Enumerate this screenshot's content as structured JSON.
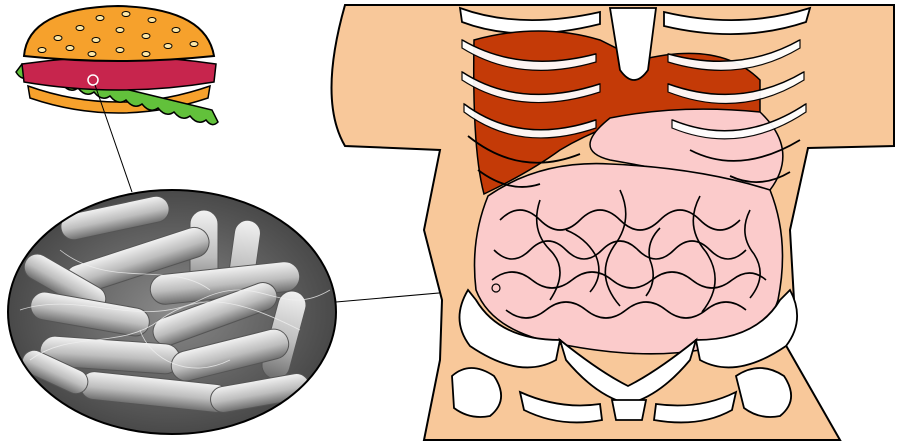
{
  "diagram": {
    "items": [
      {
        "id": "hamburger",
        "kind": "food illustration"
      },
      {
        "id": "microscope-view",
        "kind": "rod-shaped bacteria micrograph"
      },
      {
        "id": "torso",
        "kind": "human abdomen with ribs, liver, stomach, intestines, pelvis"
      }
    ],
    "connectors": [
      {
        "from": "hamburger",
        "to": "microscope-view"
      },
      {
        "from": "microscope-view",
        "to": "torso"
      }
    ]
  },
  "colors": {
    "skin": "#F8C89A",
    "liver": "#C43A07",
    "organ_pink": "#FBCBCB",
    "bone": "#FFFFFF",
    "bun": "#F6A12C",
    "lettuce": "#62C13B",
    "meat": "#C7254D",
    "micrograph_dark": "#3c3c3c",
    "micrograph_light": "#dcdcdc"
  }
}
